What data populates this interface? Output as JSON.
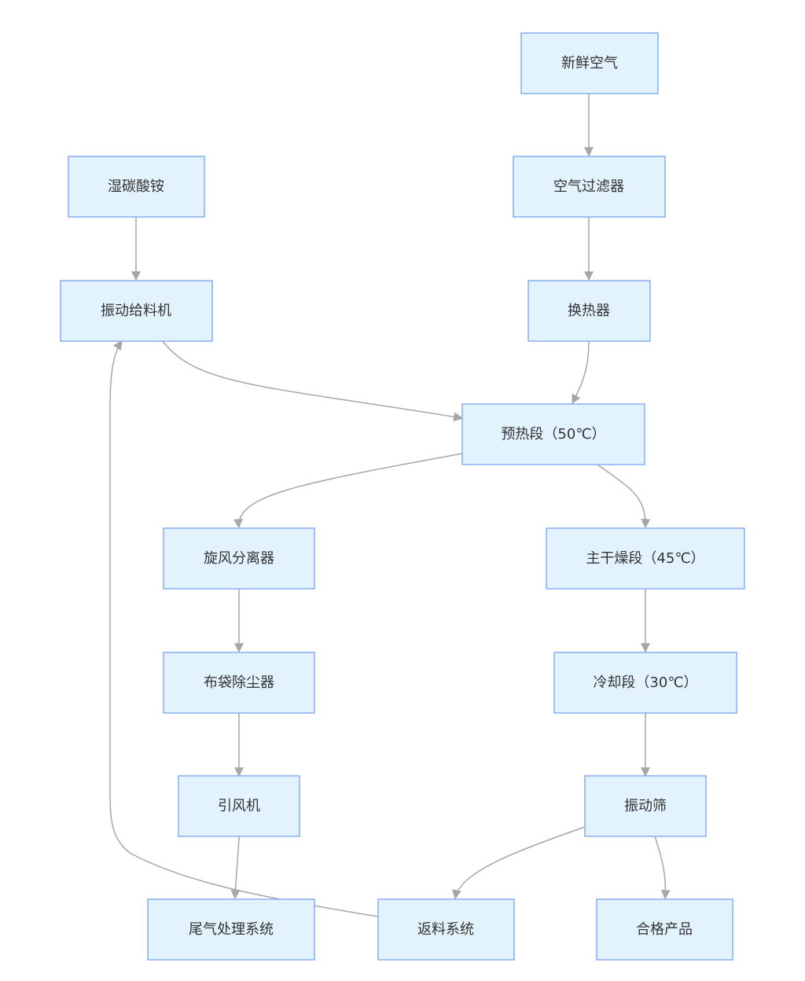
{
  "nodes": {
    "fresh_air": "新鲜空气",
    "wet_ammonium_bicarbonate": "湿碳酸铵",
    "air_filter": "空气过滤器",
    "vibrating_feeder": "振动给料机",
    "heat_exchanger": "换热器",
    "preheat_section": "预热段（50℃）",
    "cyclone_separator": "旋风分离器",
    "main_drying_section": "主干燥段（45℃）",
    "bag_filter": "布袋除尘器",
    "cooling_section": "冷却段（30℃）",
    "induced_draft_fan": "引风机",
    "vibrating_screen": "振动筛",
    "exhaust_treatment": "尾气处理系统",
    "return_system": "返料系统",
    "qualified_product": "合格产品"
  }
}
